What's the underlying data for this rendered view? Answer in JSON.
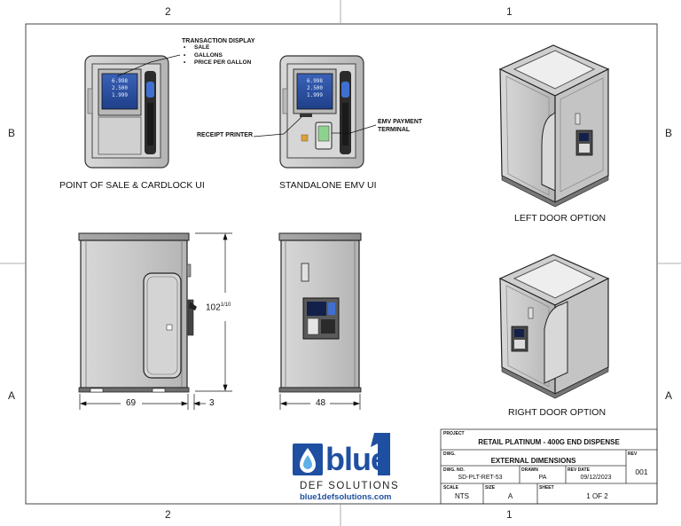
{
  "zones": {
    "top": [
      "2",
      "1"
    ],
    "bottom": [
      "2",
      "1"
    ],
    "left": [
      "B",
      "A"
    ],
    "right": [
      "B",
      "A"
    ]
  },
  "views": {
    "pos_ui": "POINT OF SALE & CARDLOCK UI",
    "emv_ui": "STANDALONE EMV UI",
    "left_door": "LEFT DOOR OPTION",
    "right_door": "RIGHT DOOR OPTION"
  },
  "callouts": {
    "transaction_display": "TRANSACTION DISPLAY",
    "transaction_items": [
      "SALE",
      "GALLONS",
      "PRICE PER GALLON"
    ],
    "receipt_printer": "RECEIPT PRINTER",
    "emv_payment_line1": "EMV PAYMENT",
    "emv_payment_line2": "TERMINAL"
  },
  "screen_values": [
    "6.998",
    "2.500",
    "1.999"
  ],
  "dimensions": {
    "height": "102",
    "height_suffix": "1/10",
    "width": "69",
    "offset": "3",
    "depth": "48"
  },
  "logo": {
    "word": "blue",
    "digit": "1",
    "tagline": "DEF SOLUTIONS",
    "url": "blue1defsolutions.com"
  },
  "title_block": {
    "project_label": "PROJECT",
    "project": "RETAIL PLATINUM - 400G END DISPENSE",
    "dwg_label": "DWG.",
    "dwg": "EXTERNAL DIMENSIONS",
    "rev_label": "REV",
    "rev": "001",
    "dwgno_label": "DWG. NO.",
    "dwgno": "SD-PLT-RET-53",
    "drawn_label": "DRAWN",
    "drawn": "PA",
    "revdate_label": "REV DATE",
    "revdate": "09/12/2023",
    "scale_label": "SCALE",
    "scale": "NTS",
    "size_label": "SIZE",
    "size": "A",
    "sheet_label": "SHEET",
    "sheet": "1 OF 2"
  },
  "colors": {
    "cabinet": "#c9c9c9",
    "screen": "#2a4fa0",
    "brand_blue": "#1f4fa0"
  }
}
